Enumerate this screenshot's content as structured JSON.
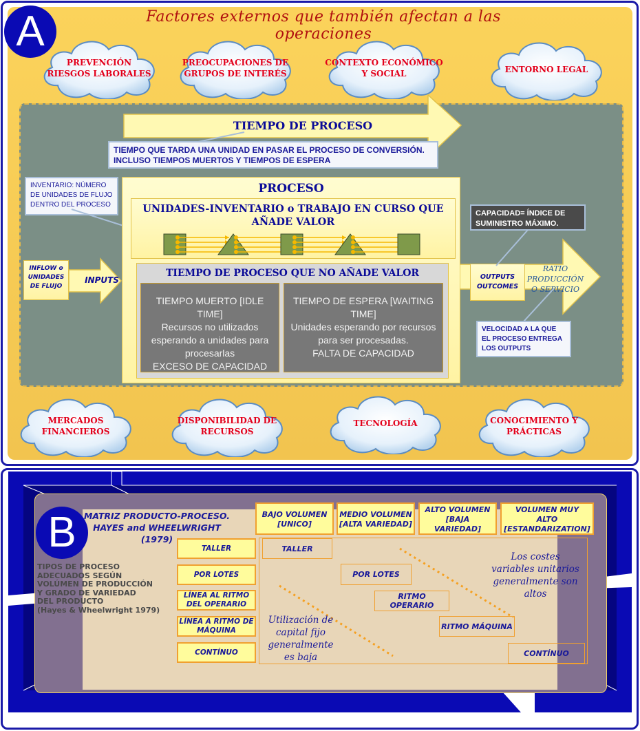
{
  "panel_a": {
    "badge": "A",
    "title": "Factores externos que también afectan a las operaciones",
    "clouds_top": [
      {
        "label": "PREVENCIÓN\nRIESGOS LABORALES"
      },
      {
        "label": "PREOCUPACIONES DE\nGRUPOS DE INTERÉS"
      },
      {
        "label": "CONTEXTO ECONÓMICO\nY SOCIAL"
      },
      {
        "label": "ENTORNO LEGAL"
      }
    ],
    "clouds_bottom": [
      {
        "label": "MERCADOS\nFINANCIEROS"
      },
      {
        "label": "DISPONIBILIDAD DE\nRECURSOS"
      },
      {
        "label": "TECNOLOGÍA"
      },
      {
        "label": "CONOCIMIENTO Y\nPRÁCTICAS"
      }
    ],
    "process_time_arrow": "TIEMPO DE PROCESO",
    "process_time_note": "TIEMPO QUE TARDA UNA UNIDAD EN PASAR EL PROCESO DE CONVERSIÓN. INCLUSO TIEMPOS MUERTOS Y TIEMPOS DE ESPERA",
    "inventory_note": "INVENTARIO: NÚMERO DE UNIDADES DE FLUJO DENTRO DEL PROCESO",
    "process_title": "PROCESO",
    "value_add_title": "UNIDADES-INVENTARIO o TRABAJO EN CURSO QUE AÑADE VALOR",
    "non_value_title": "TIEMPO DE PROCESO QUE NO AÑADE VALOR",
    "idle_time": "TIEMPO MUERTO [IDLE TIME]\nRecursos no utilizados esperando a unidades para procesarlas\nEXCESO DE CAPACIDAD",
    "waiting_time": "TIEMPO DE ESPERA [WAITING TIME]\nUnidades esperando por recursos para ser procesadas.\nFALTA DE CAPACIDAD",
    "inflow_box": "INFLOW o UNIDADES DE FLUJO",
    "inputs_label": "INPUTS",
    "outputs_box": "OUTPUTS OUTCOMES",
    "ratio_label": "RATIO PRODUCCIÓN O SERVICIO",
    "capacity_note": "CAPACIDAD= ÍNDICE DE SUMINISTRO MÁXIMO.",
    "velocity_note": "VELOCIDAD A LA QUE EL PROCESO ENTREGA LOS OUTPUTS",
    "flow_nodes": [
      "square",
      "triangle",
      "square",
      "triangle",
      "square"
    ]
  },
  "panel_b": {
    "badge": "B",
    "title": "MATRIZ PRODUCTO-PROCESO.\nHAYES and WHEELWRIGHT\n(1979)",
    "side_text": "TIPOS DE PROCESO\nADECUADOS SEGÚN\nVOLÚMEN DE PRODUCCIÓN\nY GRADO DE VARIEDAD\nDEL PRODUCTO\n(Hayes & Wheelwright 1979)",
    "columns": [
      "BAJO VOLUMEN\n[UNICO]",
      "MEDIO VOLUMEN\n[ALTA VARIEDAD]",
      "ALTO VOLUMEN\n[BAJA\nVARIEDAD]",
      "VOLUMEN MUY\nALTO\n[ESTANDARIZATION]"
    ],
    "rows": [
      "TALLER",
      "POR LOTES",
      "LÍNEA AL RITMO\nDEL OPERARIO",
      "LÍNEA A RITMO DE\nMÁQUINA",
      "CONTÍNUO"
    ],
    "diagonal_cells": [
      "TALLER",
      "POR LOTES",
      "RITMO OPERARIO",
      "RITMO MÁQUINA",
      "CONTÍNUO"
    ],
    "note_high_cost": "Los costes variables unitarios generalmente son altos",
    "note_low_capital": "Utilización de capital fijo generalmente es baja"
  }
}
